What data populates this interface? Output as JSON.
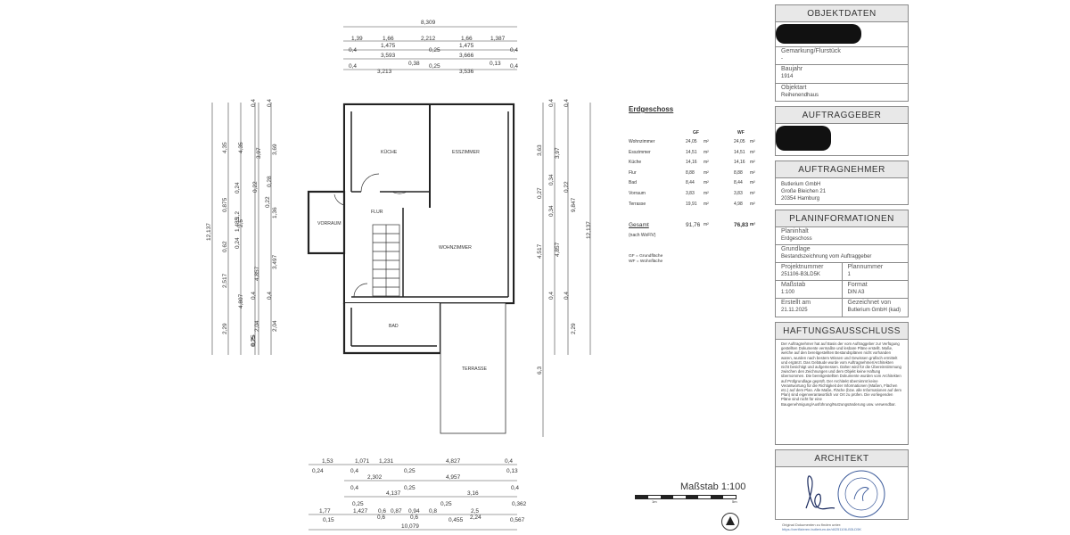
{
  "plan": {
    "rooms": {
      "kueche": "KÜCHE",
      "esszimmer": "ESSZIMMER",
      "flur": "FLUR",
      "vorraum": "VORRAUM",
      "wohnzimmer": "WOHNZIMMER",
      "bad": "BAD",
      "terrasse": "TERRASSE"
    },
    "top_dims": {
      "total": "8,309",
      "row1": [
        "1,39",
        "1,66",
        "2,212",
        "1,66",
        "1,387"
      ],
      "row2": [
        "0,4",
        "1,475",
        "0,25",
        "1,475",
        "0,4"
      ],
      "row3": [
        "3,593",
        "3,666"
      ],
      "row4": [
        "0,4",
        "3,213",
        "0,38",
        "0,25",
        "3,536",
        "0,13",
        "0,4"
      ]
    },
    "left_dims": {
      "total": "12,137",
      "a": [
        "4,35",
        "0,875",
        "0,62",
        "2,517",
        "2,29"
      ],
      "b": [
        "1,485",
        "0,24",
        "1,2",
        "0,24",
        "4,807",
        "0,25"
      ],
      "c": [
        "0,4",
        "4,35",
        "2,5",
        "4,857",
        "0,4",
        "2,04",
        "0,25"
      ],
      "d": [
        "3,97",
        "0,22",
        "0,22"
      ],
      "e": [
        "0,4",
        "3,69",
        "0,28",
        "1,36",
        "3,497",
        "0,4",
        "2,04"
      ]
    },
    "right_dims": {
      "a": [
        "3,63",
        "0,27",
        "4,517",
        "6,3"
      ],
      "b": [
        "0,4",
        "3,97",
        "0,34",
        "0,34",
        "4,857",
        "0,4"
      ],
      "c": [
        "0,4",
        "0,22",
        "9,847",
        "0,4",
        "2,29"
      ],
      "d": [
        "12,137"
      ]
    },
    "bottom_dims": {
      "row1": [
        "1,53",
        "1,071",
        "1,231",
        "4,827",
        "0,4"
      ],
      "row2": [
        "0,24",
        "0,4",
        "0,25",
        "0,13"
      ],
      "row3": [
        "2,302",
        "4,957"
      ],
      "row4": [
        "0,4",
        "0,25",
        "0,4"
      ],
      "row5": [
        "4,137",
        "3,16"
      ],
      "row6": [
        "0,25",
        "0,25",
        "0,362"
      ],
      "row7": [
        "1,77",
        "1,427",
        "0,6",
        "0,87",
        "0,94",
        "0,8",
        "2,5"
      ],
      "row8": [
        "0,15",
        "0,6",
        "0,6",
        "0,455",
        "2,24",
        "0,567"
      ],
      "total": "10,079"
    }
  },
  "areas": {
    "title": "Erdgeschoss",
    "col_gf": "GF",
    "col_wf": "WF",
    "unit": "m²",
    "rows": [
      {
        "name": "Wohnzimmer",
        "gf": "24,05",
        "wf": "24,05"
      },
      {
        "name": "Esszimmer",
        "gf": "14,51",
        "wf": "14,51"
      },
      {
        "name": "Küche",
        "gf": "14,16",
        "wf": "14,16"
      },
      {
        "name": "Flur",
        "gf": "8,88",
        "wf": "8,88"
      },
      {
        "name": "Bad",
        "gf": "8,44",
        "wf": "8,44"
      },
      {
        "name": "Vorraum",
        "gf": "3,83",
        "wf": "3,83"
      },
      {
        "name": "Terrasse",
        "gf": "19,91",
        "wf": "4,98"
      }
    ],
    "total_label": "Gesamt",
    "total_sub": "(nach WoFlV)",
    "total_gf": "91,76",
    "total_wf": "76,83",
    "note_gf": "GF = Grundfläche",
    "note_wf": "WF = Wohnfläche"
  },
  "scale": {
    "label": "Maßstab 1:100",
    "tick0": "1m",
    "tick1": "5m"
  },
  "panel": {
    "objektdaten": {
      "header": "OBJEKTDATEN",
      "gemarkung_label": "Gemarkung/Flurstück",
      "gemarkung_value": "-",
      "baujahr_label": "Baujahr",
      "baujahr_value": "1914",
      "objektart_label": "Objektart",
      "objektart_value": "Reihenendhaus"
    },
    "auftraggeber": {
      "header": "AUFTRAGGEBER"
    },
    "auftragnehmer": {
      "header": "AUFTRAGNEHMER",
      "line1": "Butlerium GmbH",
      "line2": "Große Bleichen 21",
      "line3": "20354 Hamburg"
    },
    "planinfo": {
      "header": "PLANINFORMATIONEN",
      "planinhalt_label": "Planinhalt",
      "planinhalt_value": "Erdgeschoss",
      "grundlage_label": "Grundlage",
      "grundlage_value": "Bestandszeichnung vom Auftraggeber",
      "projektnummer_label": "Projektnummer",
      "projektnummer_value": "251106-B3LD5K",
      "plannummer_label": "Plannummer",
      "plannummer_value": "1",
      "massstab_label": "Maßstab",
      "massstab_value": "1:100",
      "format_label": "Format",
      "format_value": "DIN A3",
      "erstellt_label": "Erstellt am",
      "erstellt_value": "21.11.2025",
      "gezeichnet_label": "Gezeichnet von",
      "gezeichnet_value": "Butlerium GmbH (kad)"
    },
    "haftung": {
      "header": "HAFTUNGSAUSSCHLUSS",
      "text": "Der Auftragnehmer hat auf Basis der vom Auftraggeber zur Verfügung gestellten Dokumente vermaßte und lesbare Pläne erstellt. Maße, welche auf den bereitgestellten Bestandsplänen nicht vorhanden waren, wurden nach bestem Wissen und Gewissen grafisch ermittelt und ergänzt. Das Gebäude wurde vom Auftragnehmer/Architekten nicht besichtigt und aufgemessen. Daher wird für die Übereinstimmung zwischen den Zeichnungen und dem Objekt keine Haftung übernommen. Die bereitgestellten Dokumente wurden vom Architekten auf Prüfgrundlage geprüft. Der Architekt übernimmt keine Verantwortung für die Richtigkeit der Informationen (Maßen, Flächen etc.) auf dem Plan. Alle Maße, Fläche (bzw. alle Informationen auf dem Plan) sind eigenverantwortlich vor Ort zu prüfen. Die vorliegenden Pläne sind nicht für eine Baugenehmigung/Ausführung/Nutzungsänderung usw. verwendbar."
    },
    "architekt": {
      "header": "ARCHITEKT",
      "footer_line1": "Original Dokumenten zu finden unter:",
      "footer_line2": "https://verifizieren.butlerium.de/dl/251106-B3LD5K"
    }
  }
}
